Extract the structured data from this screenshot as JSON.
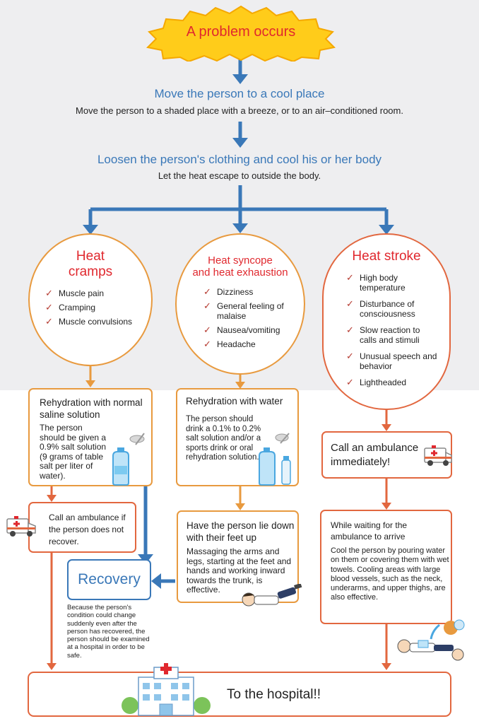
{
  "header": {
    "problem": "A problem occurs"
  },
  "step1": {
    "title": "Move the person to a cool place",
    "subtitle": "Move the person to a shaded place with a breeze, or to an air–conditioned room."
  },
  "step2": {
    "title": "Loosen the person's clothing and cool his or her body",
    "subtitle": "Let the heat escape to outside the body."
  },
  "cramps": {
    "title_line1": "Heat",
    "title_line2": "cramps",
    "symptoms": [
      "Muscle pain",
      "Cramping",
      "Muscle convulsions"
    ]
  },
  "syncope": {
    "title_line1": "Heat syncope",
    "title_line2": "and heat exhaustion",
    "symptoms": [
      "Dizziness",
      "General feeling of malaise",
      "Nausea/vomiting",
      "Headache"
    ]
  },
  "stroke": {
    "title": "Heat stroke",
    "symptoms": [
      "High body temperature",
      "Disturbance of consciousness",
      "Slow reaction to calls and stimuli",
      "Unusual speech and behavior",
      "Lightheaded"
    ]
  },
  "rehydration_saline": {
    "title": "Rehydration with normal saline solution",
    "text": "The person should be given a 0.9% salt solution (9 grams of table salt per liter of water)."
  },
  "rehydration_water": {
    "title": "Rehydration with water",
    "text": "The person should drink a 0.1% to 0.2% salt solution and/or a sports drink or oral rehydration solution."
  },
  "ambulance_immediate": {
    "title": "Call an ambulance immediately!"
  },
  "ambulance_conditional": {
    "text": "Call an ambulance if the person does not recover."
  },
  "lie_down": {
    "title": "Have the person lie down with their feet up",
    "text": "Massaging the arms and legs, starting at the feet and hands and working inward towards the trunk, is effective."
  },
  "waiting": {
    "title": "While waiting for the ambulance to arrive",
    "text": "Cool the person by pouring water on them or covering them with wet towels. Cooling areas with large blood vessels, such as the neck, underarms, and upper thighs, are also effective."
  },
  "recovery": {
    "title": "Recovery",
    "note": "Because the person's condition could change suddenly even after the person has recovered, the person should be examined at a hospital in order to be safe."
  },
  "hospital": {
    "label": "To the hospital!!"
  },
  "colors": {
    "blue": "#3a78b8",
    "orange": "#e89a3f",
    "red_orange": "#e2673f",
    "red": "#e0282e",
    "yellow": "#ffcc1a"
  }
}
